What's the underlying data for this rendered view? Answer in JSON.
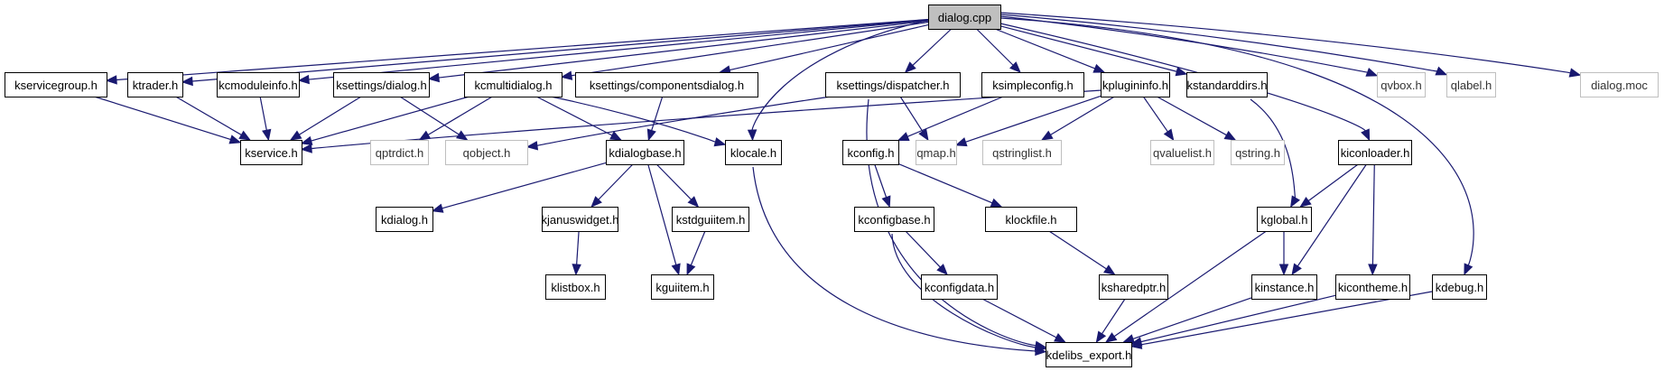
{
  "diagram": {
    "title": "dialog.cpp include dependency graph",
    "colors": {
      "edge": "#191970",
      "root_fill": "#bfbfbf",
      "node_border": "#000000",
      "external_border": "#bfbfbf"
    },
    "nodes": [
      {
        "id": "dialog_cpp",
        "label": "dialog.cpp",
        "kind": "root"
      },
      {
        "id": "kservicegroup",
        "label": "kservicegroup.h",
        "kind": "documented"
      },
      {
        "id": "ktrader",
        "label": "ktrader.h",
        "kind": "documented"
      },
      {
        "id": "kcmoduleinfo",
        "label": "kcmoduleinfo.h",
        "kind": "documented"
      },
      {
        "id": "ksettings_dialog",
        "label": "ksettings/dialog.h",
        "kind": "documented"
      },
      {
        "id": "kcmultidialog",
        "label": "kcmultidialog.h",
        "kind": "documented"
      },
      {
        "id": "ksettings_componentsdialog",
        "label": "ksettings/componentsdialog.h",
        "kind": "documented"
      },
      {
        "id": "ksettings_dispatcher",
        "label": "ksettings/dispatcher.h",
        "kind": "documented"
      },
      {
        "id": "ksimpleconfig",
        "label": "ksimpleconfig.h",
        "kind": "documented"
      },
      {
        "id": "kplugininfo",
        "label": "kplugininfo.h",
        "kind": "documented"
      },
      {
        "id": "kstandarddirs",
        "label": "kstandarddirs.h",
        "kind": "documented"
      },
      {
        "id": "qvbox",
        "label": "qvbox.h",
        "kind": "external"
      },
      {
        "id": "qlabel",
        "label": "qlabel.h",
        "kind": "external"
      },
      {
        "id": "dialog_moc",
        "label": "dialog.moc",
        "kind": "external"
      },
      {
        "id": "kservice",
        "label": "kservice.h",
        "kind": "documented"
      },
      {
        "id": "qptrdict",
        "label": "qptrdict.h",
        "kind": "external"
      },
      {
        "id": "qobject",
        "label": "qobject.h",
        "kind": "external"
      },
      {
        "id": "kdialogbase",
        "label": "kdialogbase.h",
        "kind": "documented"
      },
      {
        "id": "klocale",
        "label": "klocale.h",
        "kind": "documented"
      },
      {
        "id": "kconfig",
        "label": "kconfig.h",
        "kind": "documented"
      },
      {
        "id": "qmap",
        "label": "qmap.h",
        "kind": "external"
      },
      {
        "id": "qstringlist",
        "label": "qstringlist.h",
        "kind": "external"
      },
      {
        "id": "qvaluelist",
        "label": "qvaluelist.h",
        "kind": "external"
      },
      {
        "id": "qstring",
        "label": "qstring.h",
        "kind": "external"
      },
      {
        "id": "kiconloader",
        "label": "kiconloader.h",
        "kind": "documented"
      },
      {
        "id": "kdialog",
        "label": "kdialog.h",
        "kind": "documented"
      },
      {
        "id": "kjanuswidget",
        "label": "kjanuswidget.h",
        "kind": "documented"
      },
      {
        "id": "kstdguiitem",
        "label": "kstdguiitem.h",
        "kind": "documented"
      },
      {
        "id": "kconfigbase",
        "label": "kconfigbase.h",
        "kind": "documented"
      },
      {
        "id": "klockfile",
        "label": "klockfile.h",
        "kind": "documented"
      },
      {
        "id": "kglobal",
        "label": "kglobal.h",
        "kind": "documented"
      },
      {
        "id": "klistbox",
        "label": "klistbox.h",
        "kind": "documented"
      },
      {
        "id": "kguiitem",
        "label": "kguiitem.h",
        "kind": "documented"
      },
      {
        "id": "kconfigdata",
        "label": "kconfigdata.h",
        "kind": "documented"
      },
      {
        "id": "ksharedptr",
        "label": "ksharedptr.h",
        "kind": "documented"
      },
      {
        "id": "kinstance",
        "label": "kinstance.h",
        "kind": "documented"
      },
      {
        "id": "kicontheme",
        "label": "kicontheme.h",
        "kind": "documented"
      },
      {
        "id": "kdebug",
        "label": "kdebug.h",
        "kind": "documented"
      },
      {
        "id": "kdelibs_export",
        "label": "kdelibs_export.h",
        "kind": "documented"
      }
    ],
    "edges": [
      [
        "dialog_cpp",
        "kservicegroup"
      ],
      [
        "dialog_cpp",
        "ktrader"
      ],
      [
        "dialog_cpp",
        "kcmoduleinfo"
      ],
      [
        "dialog_cpp",
        "ksettings_dialog"
      ],
      [
        "dialog_cpp",
        "kcmultidialog"
      ],
      [
        "dialog_cpp",
        "ksettings_componentsdialog"
      ],
      [
        "dialog_cpp",
        "ksettings_dispatcher"
      ],
      [
        "dialog_cpp",
        "ksimpleconfig"
      ],
      [
        "dialog_cpp",
        "kplugininfo"
      ],
      [
        "dialog_cpp",
        "kstandarddirs"
      ],
      [
        "dialog_cpp",
        "qvbox"
      ],
      [
        "dialog_cpp",
        "qlabel"
      ],
      [
        "dialog_cpp",
        "dialog_moc"
      ],
      [
        "dialog_cpp",
        "klocale"
      ],
      [
        "dialog_cpp",
        "kiconloader"
      ],
      [
        "dialog_cpp",
        "kdebug"
      ],
      [
        "kservicegroup",
        "kservice"
      ],
      [
        "ktrader",
        "kservice"
      ],
      [
        "kcmoduleinfo",
        "kservice"
      ],
      [
        "ksettings_dialog",
        "kservice"
      ],
      [
        "ksettings_dialog",
        "qobject"
      ],
      [
        "kcmultidialog",
        "kservice"
      ],
      [
        "kcmultidialog",
        "qptrdict"
      ],
      [
        "kcmultidialog",
        "kdialogbase"
      ],
      [
        "kcmultidialog",
        "klocale"
      ],
      [
        "ksettings_componentsdialog",
        "kdialogbase"
      ],
      [
        "ksettings_dispatcher",
        "qobject"
      ],
      [
        "ksettings_dispatcher",
        "qmap"
      ],
      [
        "ksettings_dispatcher",
        "kdelibs_export"
      ],
      [
        "ksimpleconfig",
        "kconfig"
      ],
      [
        "kplugininfo",
        "kservice"
      ],
      [
        "kplugininfo",
        "qmap"
      ],
      [
        "kplugininfo",
        "qstringlist"
      ],
      [
        "kplugininfo",
        "qvaluelist"
      ],
      [
        "kplugininfo",
        "qstring"
      ],
      [
        "kstandarddirs",
        "kglobal"
      ],
      [
        "kdialogbase",
        "kdialog"
      ],
      [
        "kdialogbase",
        "kjanuswidget"
      ],
      [
        "kdialogbase",
        "kstdguiitem"
      ],
      [
        "kdialogbase",
        "kguiitem"
      ],
      [
        "klocale",
        "kdelibs_export"
      ],
      [
        "kconfig",
        "kconfigbase"
      ],
      [
        "kconfig",
        "klockfile"
      ],
      [
        "kiconloader",
        "kglobal"
      ],
      [
        "kiconloader",
        "kinstance"
      ],
      [
        "kiconloader",
        "kicontheme"
      ],
      [
        "kjanuswidget",
        "klistbox"
      ],
      [
        "kstdguiitem",
        "kguiitem"
      ],
      [
        "kconfigbase",
        "kconfigdata"
      ],
      [
        "kconfigbase",
        "kdelibs_export"
      ],
      [
        "klockfile",
        "ksharedptr"
      ],
      [
        "kglobal",
        "kinstance"
      ],
      [
        "kglobal",
        "kdelibs_export"
      ],
      [
        "kconfigdata",
        "kdelibs_export"
      ],
      [
        "ksharedptr",
        "kdelibs_export"
      ],
      [
        "kinstance",
        "kdelibs_export"
      ],
      [
        "kicontheme",
        "kdelibs_export"
      ],
      [
        "kdebug",
        "kdelibs_export"
      ]
    ]
  }
}
